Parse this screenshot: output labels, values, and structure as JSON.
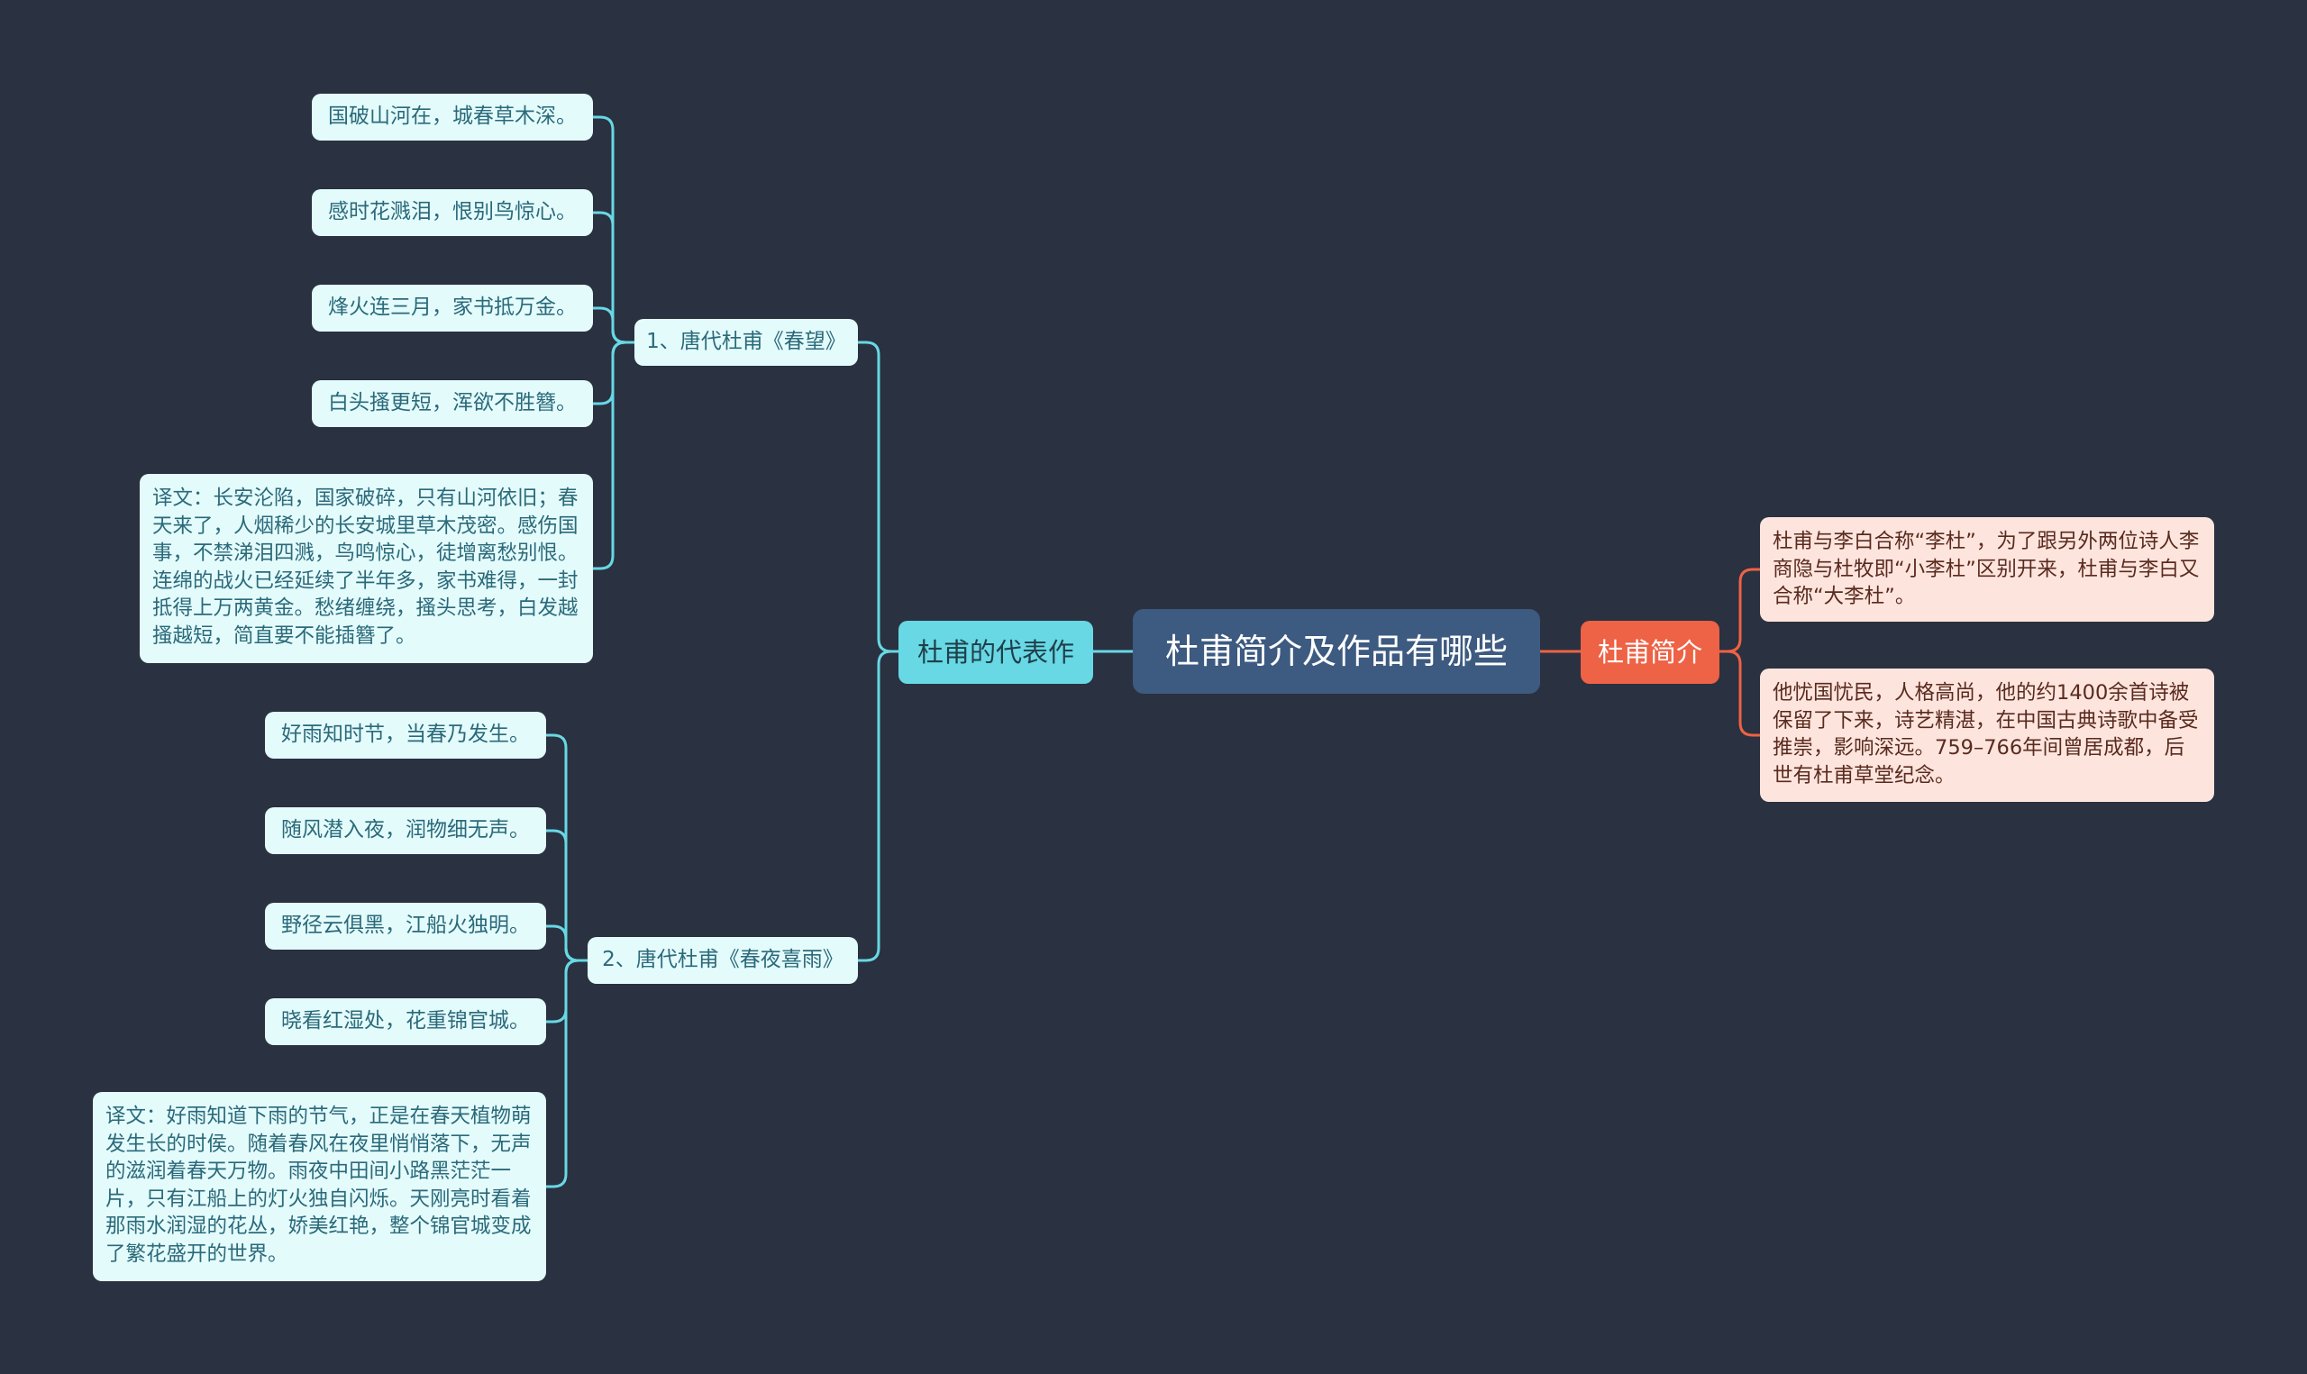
{
  "root": {
    "label": "杜甫简介及作品有哪些"
  },
  "colors": {
    "background": "#2a3140",
    "root": "#3d5a80",
    "left_branch": "#67d8e4",
    "left_line": "#67d8e4",
    "right_branch": "#ee6245",
    "right_line": "#ee6245",
    "left_node_fill": "#e4fbfc",
    "right_node_fill": "#fde5de"
  },
  "left": {
    "label": "杜甫的代表作",
    "poems": [
      {
        "label": "1、唐代杜甫《春望》",
        "lines": [
          "国破山河在，城春草木深。",
          "感时花溅泪，恨别鸟惊心。",
          "烽火连三月，家书抵万金。",
          "白头搔更短，浑欲不胜簪。"
        ],
        "translation": "译文：长安沦陷，国家破碎，只有山河依旧；春天来了，人烟稀少的长安城里草木茂密。感伤国事，不禁涕泪四溅，鸟鸣惊心，徒增离愁别恨。连绵的战火已经延续了半年多，家书难得，一封抵得上万两黄金。愁绪缠绕，搔头思考，白发越搔越短，简直要不能插簪了。"
      },
      {
        "label": "2、唐代杜甫《春夜喜雨》",
        "lines": [
          "好雨知时节，当春乃发生。",
          "随风潜入夜，润物细无声。",
          "野径云俱黑，江船火独明。",
          "晓看红湿处，花重锦官城。"
        ],
        "translation": "译文：好雨知道下雨的节气，正是在春天植物萌发生长的时侯。随着春风在夜里悄悄落下，无声的滋润着春天万物。雨夜中田间小路黑茫茫一片，只有江船上的灯火独自闪烁。天刚亮时看着那雨水润湿的花丛，娇美红艳，整个锦官城变成了繁花盛开的世界。"
      }
    ]
  },
  "right": {
    "label": "杜甫简介",
    "items": [
      "杜甫与李白合称“李杜”，为了跟另外两位诗人李商隐与杜牧即“小李杜”区别开来，杜甫与李白又合称“大李杜”。",
      "他忧国忧民，人格高尚，他的约1400余首诗被保留了下来，诗艺精湛，在中国古典诗歌中备受推崇，影响深远。759–766年间曾居成都，后世有杜甫草堂纪念。"
    ]
  }
}
